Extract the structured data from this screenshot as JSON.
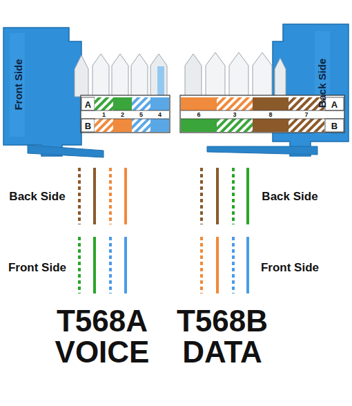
{
  "diagram": {
    "labels": [
      "Front Side",
      "A",
      "B",
      "1",
      "2",
      "5",
      "4",
      "6",
      "3",
      "8",
      "7",
      "A",
      "B",
      "Back Side",
      "Back Side",
      "Front Side",
      "Back Side",
      "Front Side",
      "T568A",
      "VOICE",
      "T568B",
      "DATA"
    ]
  }
}
